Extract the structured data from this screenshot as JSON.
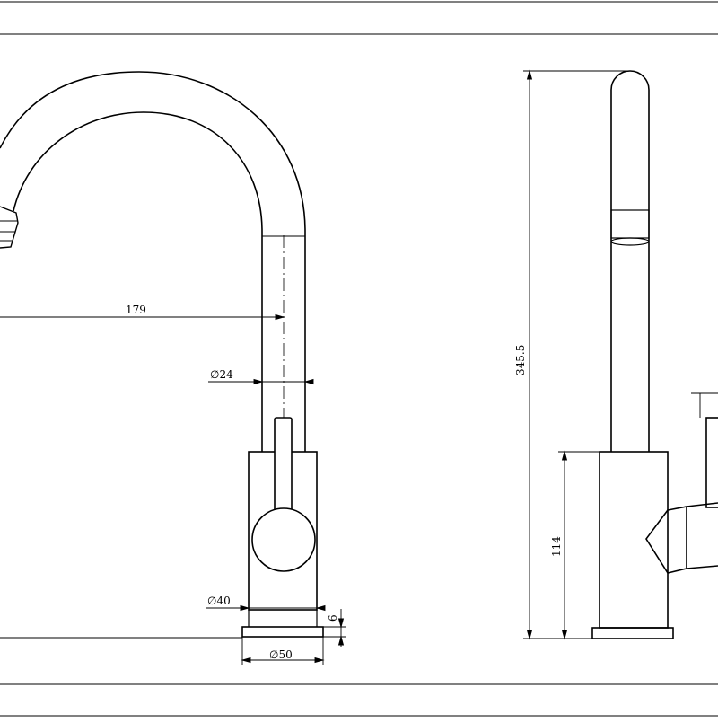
{
  "drawing": {
    "front_view": {
      "dim_reach": "179",
      "dim_spout_dia": "∅24",
      "dim_body_dia": "∅40",
      "dim_base_height": "6",
      "dim_base_dia": "∅50"
    },
    "side_view": {
      "dim_total_height": "345.5",
      "dim_body_height": "114"
    }
  }
}
